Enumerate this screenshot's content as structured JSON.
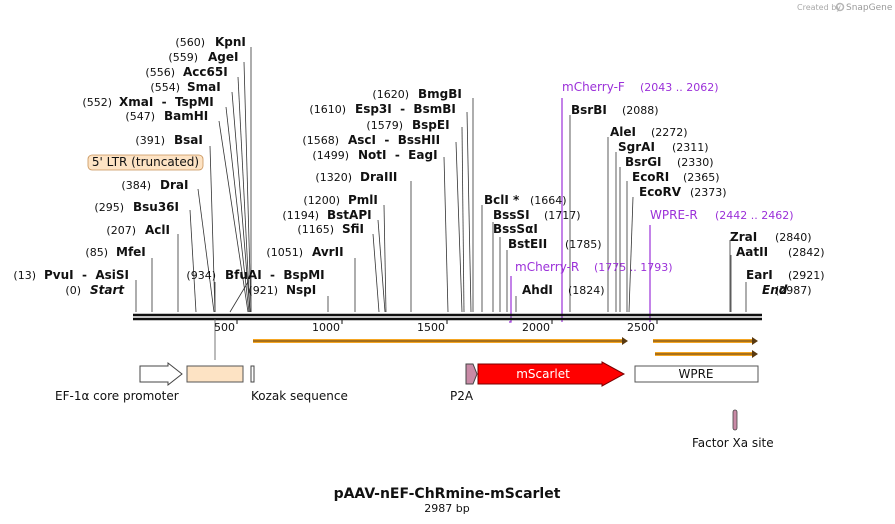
{
  "brand": "Created by",
  "brand_logo": "SnapGene",
  "title": "pAAV-nEF-ChRmine-mScarlet",
  "subtitle": "2987 bp",
  "total_bp": 2987,
  "ruler_ticks": [
    "500",
    "1000",
    "1500",
    "2000",
    "2500"
  ],
  "sites": [
    {
      "pos": "(560)",
      "name": "KpnI",
      "bp": 560
    },
    {
      "pos": "(559)",
      "name": "AgeI",
      "bp": 559
    },
    {
      "pos": "(556)",
      "name": "Acc65I",
      "bp": 556
    },
    {
      "pos": "(554)",
      "name": "SmaI",
      "bp": 554
    },
    {
      "pos": "(552)",
      "name": "XmaI  -  TspMI",
      "bp": 552
    },
    {
      "pos": "(547)",
      "name": "BamHI",
      "bp": 547
    },
    {
      "pos": "(391)",
      "name": "BsaI",
      "bp": 391
    },
    {
      "pos": "(384)",
      "name": "DraI",
      "bp": 384
    },
    {
      "pos": "(295)",
      "name": "Bsu36I",
      "bp": 295
    },
    {
      "pos": "(207)",
      "name": "AclI",
      "bp": 207
    },
    {
      "pos": "(85)",
      "name": "MfeI",
      "bp": 85
    },
    {
      "pos": "(13)",
      "name": "PvuI  -  AsiSI",
      "bp": 13
    },
    {
      "pos": "(0)",
      "name": "Start",
      "bp": 0
    },
    {
      "pos": "(934)",
      "name": "BfuAI  -  BspMI",
      "bp": 934
    },
    {
      "pos": "(921)",
      "name": "NspI",
      "bp": 921
    },
    {
      "pos": "(1051)",
      "name": "AvrII",
      "bp": 1051
    },
    {
      "pos": "(1165)",
      "name": "SfiI",
      "bp": 1165
    },
    {
      "pos": "(1194)",
      "name": "BstAPI",
      "bp": 1194
    },
    {
      "pos": "(1200)",
      "name": "PmlI",
      "bp": 1200
    },
    {
      "pos": "(1320)",
      "name": "DraIII",
      "bp": 1320
    },
    {
      "pos": "(1499)",
      "name": "NotI  -  EagI",
      "bp": 1499
    },
    {
      "pos": "(1568)",
      "name": "AscI  -  BssHII",
      "bp": 1568
    },
    {
      "pos": "(1579)",
      "name": "BspEI",
      "bp": 1579
    },
    {
      "pos": "(1610)",
      "name": "Esp3I  -  BsmBI",
      "bp": 1610
    },
    {
      "pos": "(1620)",
      "name": "BmgBI",
      "bp": 1620
    },
    {
      "pos": "(1664)",
      "name": "BclI *",
      "bp": 1664
    },
    {
      "pos": "(1717)",
      "name": "BssSI",
      "bp": 1717
    },
    {
      "pos": "",
      "name": "BssSαI",
      "bp": 1717
    },
    {
      "pos": "(1785)",
      "name": "BstEII",
      "bp": 1785
    },
    {
      "pos": "(1824)",
      "name": "AhdI",
      "bp": 1824
    },
    {
      "pos": "(2088)",
      "name": "BsrBI",
      "bp": 2088
    },
    {
      "pos": "(2272)",
      "name": "AleI",
      "bp": 2272
    },
    {
      "pos": "(2311)",
      "name": "SgrAI",
      "bp": 2311
    },
    {
      "pos": "(2330)",
      "name": "BsrGI",
      "bp": 2330
    },
    {
      "pos": "(2365)",
      "name": "EcoRI",
      "bp": 2365
    },
    {
      "pos": "(2373)",
      "name": "EcoRV",
      "bp": 2373
    },
    {
      "pos": "(2840)",
      "name": "ZraI",
      "bp": 2840
    },
    {
      "pos": "(2842)",
      "name": "AatII",
      "bp": 2842
    },
    {
      "pos": "(2921)",
      "name": "EarI",
      "bp": 2921
    },
    {
      "pos": "(2987)",
      "name": "End",
      "bp": 2987
    }
  ],
  "primers": [
    {
      "name": "mCherry-F",
      "range": "(2043 .. 2062)"
    },
    {
      "name": "WPRE-R",
      "range": "(2442 .. 2462)"
    },
    {
      "name": "mCherry-R",
      "range": "(1775 .. 1793)"
    }
  ],
  "ltr_label": "5' LTR (truncated)",
  "features": {
    "promoter": "EF-1α core promoter",
    "kozak": "Kozak sequence",
    "p2a": "P2A",
    "mscarlet": "mScarlet",
    "wpre": "WPRE",
    "factor_xa": "Factor Xa site"
  },
  "colors": {
    "primer": "#9b30d9",
    "mscarlet": "#ff0000",
    "orf_orange": "#f5a623",
    "ltr_fill": "#fde3c4",
    "p2a_fill": "#c98aa6"
  }
}
